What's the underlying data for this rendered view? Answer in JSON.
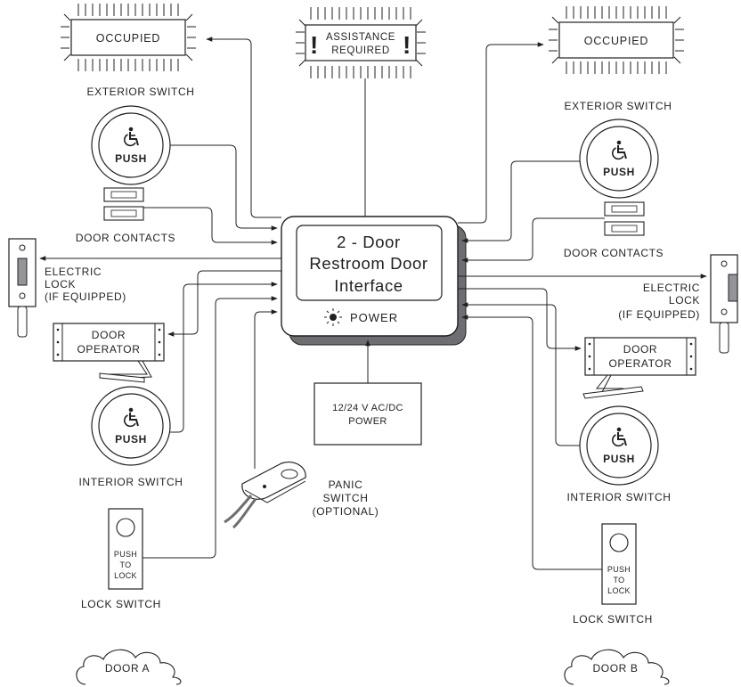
{
  "interface": {
    "title_lines": [
      "2 - Door",
      "Restroom Door",
      "Interface"
    ],
    "power_indicator": "POWER"
  },
  "power_supply": {
    "lines": [
      "12/24 V AC/DC",
      "POWER"
    ]
  },
  "assistance_sign": {
    "lines": [
      "ASSISTANCE",
      "REQUIRED"
    ],
    "mark": "!"
  },
  "door_a": {
    "sign_text": "OCCUPIED",
    "exterior_switch_label": "EXTERIOR SWITCH",
    "switch_text": "PUSH",
    "door_contacts_label": "DOOR CONTACTS",
    "electric_lock_label": [
      "ELECTRIC",
      "LOCK",
      "(IF EQUIPPED)"
    ],
    "door_operator_label": [
      "DOOR",
      "OPERATOR"
    ],
    "interior_switch_label": "INTERIOR SWITCH",
    "lock_switch_text": [
      "PUSH",
      "TO",
      "LOCK"
    ],
    "lock_switch_label": "LOCK SWITCH",
    "cloud_label": "DOOR A"
  },
  "door_b": {
    "sign_text": "OCCUPIED",
    "exterior_switch_label": "EXTERIOR SWITCH",
    "switch_text": "PUSH",
    "door_contacts_label": "DOOR CONTACTS",
    "electric_lock_label": [
      "ELECTRIC",
      "LOCK",
      "(IF EQUIPPED)"
    ],
    "door_operator_label": [
      "DOOR",
      "OPERATOR"
    ],
    "interior_switch_label": "INTERIOR SWITCH",
    "lock_switch_text": [
      "PUSH",
      "TO",
      "LOCK"
    ],
    "lock_switch_label": "LOCK SWITCH",
    "cloud_label": "DOOR B"
  },
  "panic_switch": {
    "lines": [
      "PANIC",
      "SWITCH",
      "(OPTIONAL)"
    ]
  }
}
